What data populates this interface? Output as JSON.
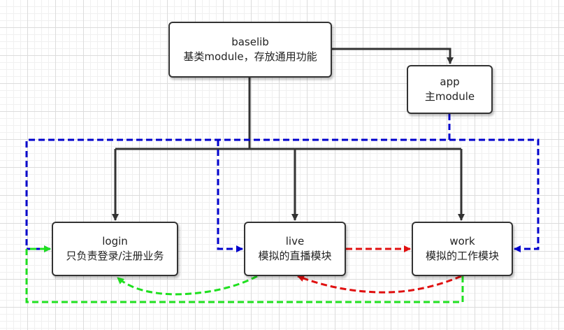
{
  "nodes": {
    "baselib": {
      "name": "baselib",
      "desc": "基类module，存放通用功能"
    },
    "app": {
      "name": "app",
      "desc": "主module"
    },
    "login": {
      "name": "login",
      "desc": "只负责登录/注册业务"
    },
    "live": {
      "name": "live",
      "desc": "模拟的直播模块"
    },
    "work": {
      "name": "work",
      "desc": "模拟的工作模块"
    }
  },
  "colors": {
    "solid_edge": "#333333",
    "blue_dashed": "#0000cc",
    "green_dashed": "#1fe01f",
    "red_dashed": "#e01010"
  },
  "edges": [
    {
      "from": "baselib",
      "to": "app",
      "style": "solid",
      "color": "solid_edge"
    },
    {
      "from": "baselib",
      "to": "login",
      "style": "solid",
      "color": "solid_edge"
    },
    {
      "from": "baselib",
      "to": "live",
      "style": "solid",
      "color": "solid_edge"
    },
    {
      "from": "baselib",
      "to": "work",
      "style": "solid",
      "color": "solid_edge"
    },
    {
      "from": "app",
      "to": "login",
      "style": "dashed",
      "color": "blue_dashed"
    },
    {
      "from": "app",
      "to": "live",
      "style": "dashed",
      "color": "blue_dashed"
    },
    {
      "from": "app",
      "to": "work",
      "style": "dashed",
      "color": "blue_dashed"
    },
    {
      "from": "live",
      "to": "work",
      "style": "dashed",
      "color": "red_dashed"
    },
    {
      "from": "work",
      "to": "live",
      "style": "dashed",
      "color": "red_dashed"
    },
    {
      "from": "work",
      "to": "login",
      "style": "dashed",
      "color": "green_dashed"
    },
    {
      "from": "live",
      "to": "login",
      "style": "dashed",
      "color": "green_dashed"
    }
  ]
}
